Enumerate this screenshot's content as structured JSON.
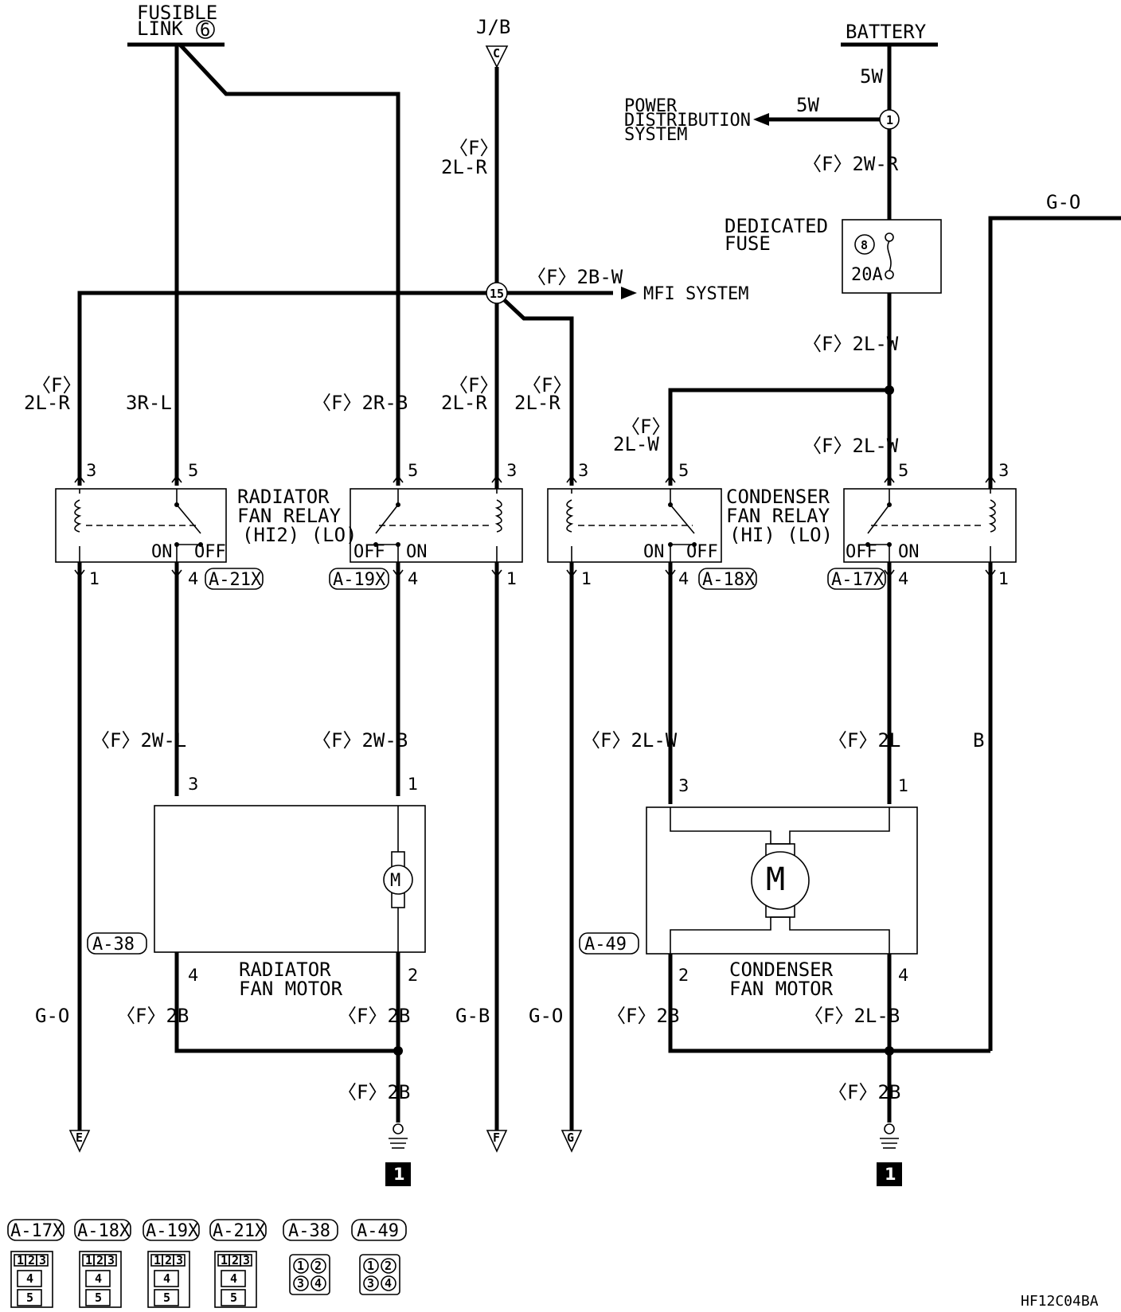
{
  "sources": {
    "fusible_link_line1": "FUSIBLE",
    "fusible_link_line2": "LINK",
    "fusible_link_num": "6",
    "jb": "J/B",
    "jb_conn": "C",
    "battery": "BATTERY",
    "battery_wire": "5W",
    "power_dist_line1": "POWER",
    "power_dist_line2": "DISTRIBUTION",
    "power_dist_line3": "SYSTEM",
    "power_dist_wire": "5W",
    "power_dist_node": "1",
    "battery_fuse_wire": "〈F〉2W-R",
    "dedicated_fuse_line1": "DEDICATED",
    "dedicated_fuse_line2": "FUSE",
    "fuse_num": "8",
    "fuse_rating": "20A",
    "go_top": "G-O"
  },
  "junction": {
    "node": "15",
    "wire": "〈F〉2B-W",
    "dest": "MFI SYSTEM",
    "jb_wire_top": "〈F〉",
    "jb_wire_bottom": "2L-R"
  },
  "wires": {
    "rad_left_f": "〈F〉",
    "rad_left": "2L-R",
    "rad_3rl": "3R-L",
    "rad_2rb": "〈F〉2R-B",
    "rad_right_f": "〈F〉",
    "rad_right": "2L-R",
    "cond_left_f": "〈F〉",
    "cond_left": "2L-R",
    "cond_5_f": "〈F〉",
    "cond_5": "2L-W",
    "fuse_out": "〈F〉2L-W",
    "cond_right_5": "〈F〉2L-W",
    "rad_motor_3": "〈F〉2W-L",
    "rad_motor_1": "〈F〉2W-B",
    "cond_motor_3": "〈F〉2L-W",
    "cond_motor_1": "〈F〉2L",
    "b_wire": "B",
    "go_1": "G-O",
    "rad_motor_4": "〈F〉2B",
    "rad_motor_2": "〈F〉2B",
    "gb": "G-B",
    "go_2": "G-O",
    "cond_motor_2": "〈F〉2B",
    "cond_motor_4": "〈F〉2L-B",
    "rad_ground": "〈F〉2B",
    "cond_ground": "〈F〉2B"
  },
  "relays": {
    "radiator_line1": "RADIATOR",
    "radiator_line2": "FAN RELAY",
    "radiator_line3": "(HI2) (LO)",
    "condenser_line1": "CONDENSER",
    "condenser_line2": "FAN RELAY",
    "condenser_line3": "(HI)   (LO)",
    "on": "ON",
    "off": "OFF",
    "conn_21x": "A-21X",
    "conn_19x": "A-19X",
    "conn_18x": "A-18X",
    "conn_17x": "A-17X"
  },
  "pins": {
    "p3": "3",
    "p5": "5",
    "p1": "1",
    "p4": "4",
    "p2": "2"
  },
  "motors": {
    "radiator_line1": "RADIATOR",
    "radiator_line2": "FAN MOTOR",
    "condenser_line1": "CONDENSER",
    "condenser_line2": "FAN MOTOR",
    "conn_38": "A-38",
    "conn_49": "A-49",
    "motor_symbol": "M"
  },
  "terminals": {
    "e": "E",
    "f": "F",
    "g": "G",
    "ground_ref": "1"
  },
  "connectors_legend": [
    {
      "label": "A-17X",
      "pins": [
        "1",
        "2",
        "3",
        "4",
        "5"
      ]
    },
    {
      "label": "A-18X",
      "pins": [
        "1",
        "2",
        "3",
        "4",
        "5"
      ]
    },
    {
      "label": "A-19X",
      "pins": [
        "1",
        "2",
        "3",
        "4",
        "5"
      ]
    },
    {
      "label": "A-21X",
      "pins": [
        "1",
        "2",
        "3",
        "4",
        "5"
      ]
    },
    {
      "label": "A-38",
      "pins": [
        "1",
        "2",
        "3",
        "4"
      ]
    },
    {
      "label": "A-49",
      "pins": [
        "1",
        "2",
        "3",
        "4"
      ]
    }
  ],
  "figure_code": "HF12C04BA"
}
